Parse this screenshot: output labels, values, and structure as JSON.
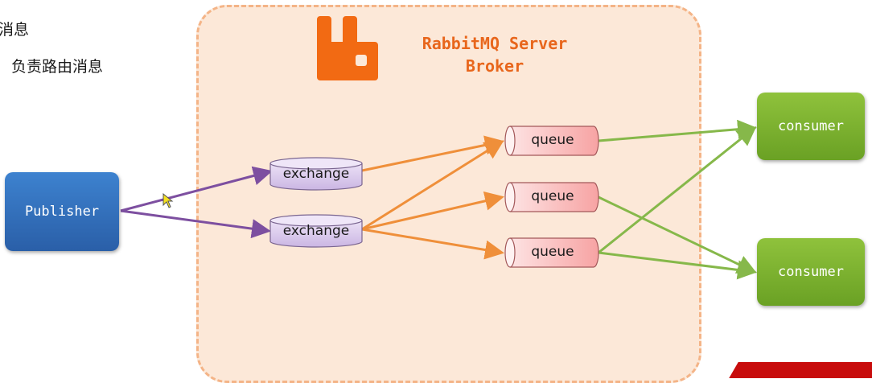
{
  "notes": [
    "消息",
    "负责路由消息"
  ],
  "broker": {
    "title_line1": "RabbitMQ Server",
    "title_line2": "Broker",
    "logo_icon": "rabbitmq-logo-icon",
    "accent_color": "#e8661c"
  },
  "publisher": {
    "label": "Publisher",
    "color": "#3470bd"
  },
  "exchanges": [
    {
      "label": "exchange"
    },
    {
      "label": "exchange"
    }
  ],
  "queues": [
    {
      "label": "queue"
    },
    {
      "label": "queue"
    },
    {
      "label": "queue"
    }
  ],
  "consumers": [
    {
      "label": "consumer"
    },
    {
      "label": "consumer"
    }
  ],
  "edges": [
    {
      "from": "publisher",
      "to": "exchange-1",
      "color": "#7d4fa0"
    },
    {
      "from": "publisher",
      "to": "exchange-2",
      "color": "#7d4fa0"
    },
    {
      "from": "exchange-1",
      "to": "queue-1",
      "color": "#ef8f3a"
    },
    {
      "from": "exchange-2",
      "to": "queue-1",
      "color": "#ef8f3a"
    },
    {
      "from": "exchange-2",
      "to": "queue-2",
      "color": "#ef8f3a"
    },
    {
      "from": "exchange-2",
      "to": "queue-3",
      "color": "#ef8f3a"
    },
    {
      "from": "queue-1",
      "to": "consumer-1",
      "color": "#86b84a"
    },
    {
      "from": "queue-3",
      "to": "consumer-1",
      "color": "#86b84a"
    },
    {
      "from": "queue-2",
      "to": "consumer-2",
      "color": "#86b84a"
    },
    {
      "from": "queue-3",
      "to": "consumer-2",
      "color": "#86b84a"
    }
  ]
}
